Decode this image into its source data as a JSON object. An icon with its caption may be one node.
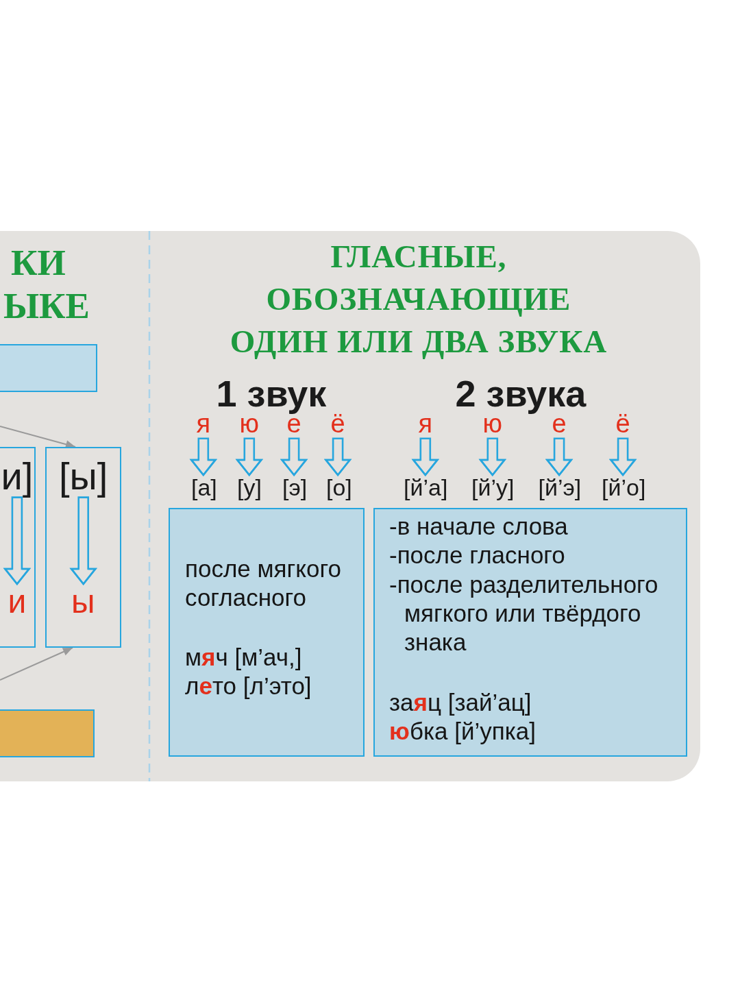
{
  "diagram": {
    "title": "ГЛАСНЫЕ, ОБОЗНАЧАЮЩИЕ ОДИН ИЛИ ДВА ЗВУКА",
    "nodes": [
      {
        "text": [],
        "shape": "box"
      },
      {
        "text": [],
        "shape": "box"
      },
      {
        "text": [
          "и]"
        ],
        "in": 1
      },
      {
        "text": [
          "и"
        ],
        "in": 1
      },
      {
        "text": [],
        "shape": "box"
      },
      {
        "text": [
          "[ы]"
        ],
        "in": 4
      },
      {
        "text": [
          "ы"
        ],
        "in": 4
      },
      {
        "text": [],
        "shape": "box"
      },
      {
        "text": [
          "я"
        ]
      },
      {
        "text": [
          "ю"
        ]
      },
      {
        "text": [
          "е"
        ]
      },
      {
        "text": [
          "ё"
        ]
      },
      {
        "text": [
          "я"
        ]
      },
      {
        "text": [
          "ю"
        ]
      },
      {
        "text": [
          "е"
        ]
      },
      {
        "text": [
          "ё"
        ]
      },
      {
        "text": [
          "[а]"
        ]
      },
      {
        "text": [
          "[у]"
        ]
      },
      {
        "text": [
          "[э]"
        ]
      },
      {
        "text": [
          "[о]"
        ]
      },
      {
        "text": [
          "[й’а]"
        ]
      },
      {
        "text": [
          "[й’у]"
        ]
      },
      {
        "text": [
          "[й’э]"
        ]
      },
      {
        "text": [
          "[й’о]"
        ]
      },
      {
        "text": [
          "после мягкого согласного",
          "м**я**ч [м’ач,]",
          "л**е**то [л’это]"
        ]
      },
      {
        "text": [
          "-в начале слова",
          "-после гласного",
          "-после разделительного мягкого или твёрдого знака",
          "за**я**ц [зай’ац]",
          "**ю**бка [й’упка]"
        ]
      }
    ],
    "edges": [
      {
        "from": null,
        "to": 4,
        "arrow": "to",
        "color": "#9a9a9a"
      },
      {
        "from": 2,
        "to": 3,
        "arrow": "to"
      },
      {
        "from": 5,
        "to": 6,
        "arrow": "to"
      },
      {
        "from": null,
        "to": 4,
        "arrow": "to",
        "color": "#9a9a9a"
      },
      {
        "from": 8,
        "to": 16,
        "arrow": "to"
      },
      {
        "from": 9,
        "to": 17,
        "arrow": "to"
      },
      {
        "from": 10,
        "to": 18,
        "arrow": "to"
      },
      {
        "from": 11,
        "to": 19,
        "arrow": "to"
      },
      {
        "from": 12,
        "to": 20,
        "arrow": "to"
      },
      {
        "from": 13,
        "to": 21,
        "arrow": "to"
      },
      {
        "from": 14,
        "to": 22,
        "arrow": "to"
      },
      {
        "from": 15,
        "to": 23,
        "arrow": "to"
      }
    ],
    "labels": [
      "КИ",
      "ЫКЕ",
      "1 звук",
      "2 звука"
    ]
  }
}
